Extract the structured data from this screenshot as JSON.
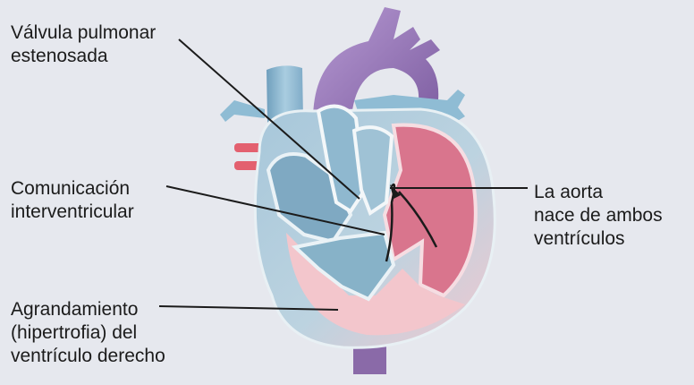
{
  "labels": {
    "valve": "Válvula pulmonar\nestenosada",
    "vsd": "Comunicación\ninterventricular",
    "hypertrophy": "Agrandamiento\n(hipertrofia) del\nventrículo derecho",
    "aorta": "La aorta\nnace de ambos\nventrículos"
  },
  "colors": {
    "background": "#e6e8ee",
    "vessel_blue": "#8fb9cf",
    "aorta_purple": "#9c7ab8",
    "left_ventricle": "#d9758d",
    "right_ventricle": "#f3c6cc",
    "leader_line": "#1b1b1b"
  }
}
